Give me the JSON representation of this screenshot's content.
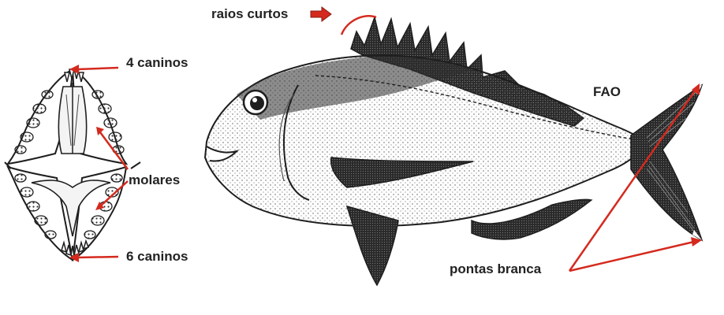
{
  "labels": {
    "raios_curtos": "raios curtos",
    "quatro_caninos": "4 caninos",
    "molares": "molares",
    "seis_caninos": "6 caninos",
    "fao": "FAO",
    "pontas_branca": "pontas branca"
  },
  "colors": {
    "annotation": "#d42a1e",
    "ink": "#1e1e1e",
    "text": "#222222"
  }
}
